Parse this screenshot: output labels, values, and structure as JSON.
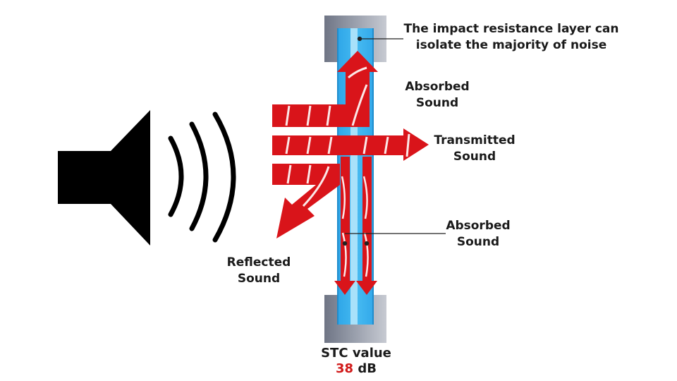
{
  "labels": {
    "impact_line1": "The impact resistance layer can",
    "impact_line2": "isolate the majority of noise",
    "absorbed_top_line1": "Absorbed",
    "absorbed_top_line2": "Sound",
    "transmitted_line1": "Transmitted",
    "transmitted_line2": "Sound",
    "absorbed_bottom_line1": "Absorbed",
    "absorbed_bottom_line2": "Sound",
    "reflected_line1": "Reflected",
    "reflected_line2": "Sound",
    "stc_label": "STC value",
    "stc_number": "38",
    "stc_unit": "dB"
  },
  "colors": {
    "arrow_red": "#d9141a",
    "glass_blue": "#3fb4ef",
    "glass_light": "#9fdcf8",
    "frame_grey": "#8e94a3",
    "speaker_black": "#000000",
    "stc_number_red": "#d11a1a"
  },
  "icons": {
    "speaker": "speaker-icon",
    "sound_waves": "sound-waves-icon"
  }
}
